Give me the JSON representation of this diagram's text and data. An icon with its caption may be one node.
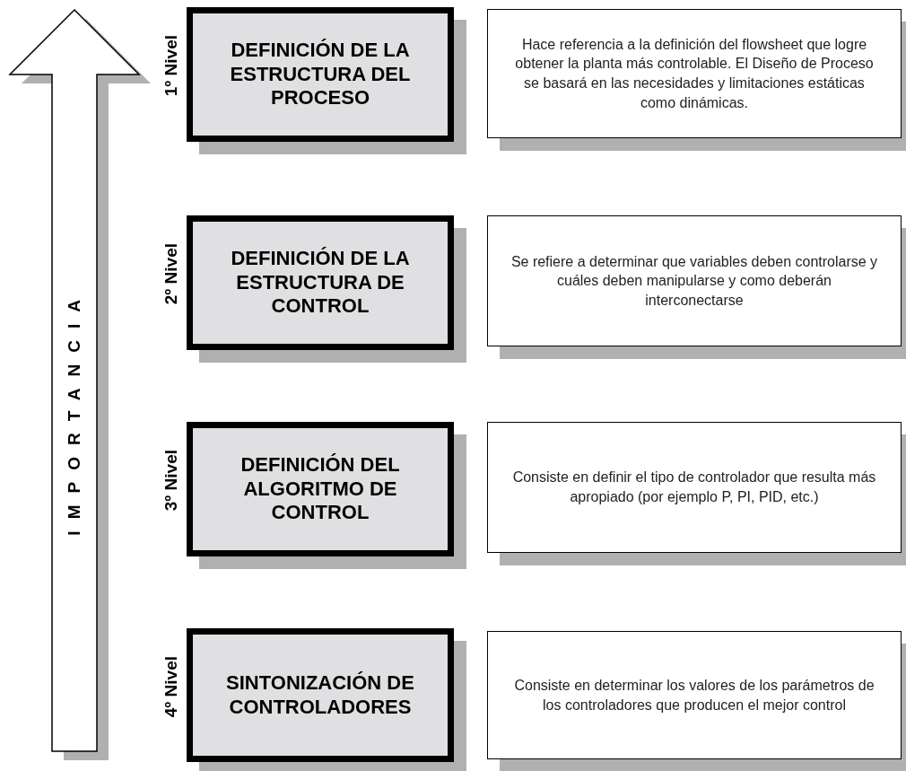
{
  "diagram": {
    "nodes": [
      {
        "text": [
          "IMPORTANCIA"
        ]
      },
      {
        "text": [
          "DEFINICIÓN DE LA ESTRUCTURA DEL PROCESO"
        ],
        "beside": [
          "1º Nivel"
        ]
      },
      {
        "text": [
          "Hace referencia a la definición del flowsheet que logre obtener la planta más controlable. El Diseño de Proceso se basará en las necesidades y limitaciones estáticas como dinámicas."
        ]
      },
      {
        "text": [
          "DEFINICIÓN DE LA ESTRUCTURA DE CONTROL"
        ],
        "beside": [
          "2º Nivel"
        ]
      },
      {
        "text": [
          "Se refiere a determinar que variables deben controlarse y cuáles deben manipularse y como deberán interconectarse"
        ]
      },
      {
        "text": [
          "DEFINICIÓN DEL ALGORITMO DE CONTROL"
        ],
        "beside": [
          "3º Nivel"
        ]
      },
      {
        "text": [
          "Consiste en definir el tipo de controlador que resulta más apropiado (por ejemplo P, PI, PID, etc.)"
        ]
      },
      {
        "text": [
          "SINTONIZACIÓN DE CONTROLADORES"
        ],
        "beside": [
          "4º Nivel"
        ]
      },
      {
        "text": [
          "Consiste en determinar los valores de los parámetros de los controladores que producen el mejor control"
        ]
      }
    ]
  }
}
